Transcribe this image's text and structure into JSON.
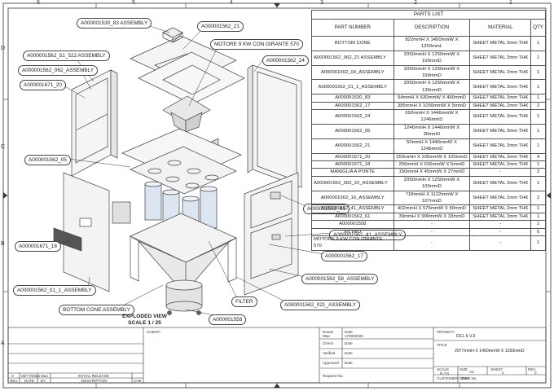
{
  "ruler_top": [
    "6",
    "5",
    "4",
    "3",
    "2",
    "1"
  ],
  "ruler_side": [
    "D",
    "C",
    "B",
    "A"
  ],
  "callouts": {
    "c83": "A000001530_83 ASSEMBLY",
    "c21": "A000001562_21",
    "cmotor": "MOTORE 9 KW CON GIRANTE 570",
    "c51": "A000001562_51_522 ASSEMBLY",
    "c062": "A000001562_062_ASSEMBLY",
    "c1671_20": "A000001671_20",
    "c24": "A000001562_24",
    "c05": "A000001562_05",
    "c61": "A000001562_61",
    "c41": "A000001562_41_ASSEMBLY",
    "c1671_18": "A000001671_18",
    "c17": "A000001562_17",
    "c58": "A000001562_58_ASSEMBLY",
    "c01": "A000001562_01_1_ASSEMBLY",
    "cfilter": "FILTER",
    "c021": "A000001562_021_ASSEMBLY",
    "ccone": "BOTTOM CONE ASSEMBLY",
    "c1558": "A000001558"
  },
  "view_title": "EXPLODED VIEW",
  "view_scale": "SCALE 1 / 25",
  "parts_list": {
    "title": "PARTS LIST",
    "headers": [
      "PART NUMBER",
      "DESCRIPTION",
      "MATERIAL",
      "QTY"
    ],
    "rows": [
      [
        "BOTTOM CONE",
        "822mmH X 1450mmW X 1250mmL",
        "SHEET METAL 3mm THK",
        "1"
      ],
      [
        "A000001562_062_21 ASSEMBLY",
        "2050mmH X 1250mmW X 100mmD",
        "SHEET METAL 3mm THK",
        "1"
      ],
      [
        "A000001562_04_ASSEMBLY",
        "2050mmH X 1250mmW X 168mmD",
        "SHEET METAL 2mm THK",
        "1"
      ],
      [
        "A000001562_01_1_ASSEMBLY",
        "2050mmH X 1250mmW X 136mmD",
        "SHEET METAL 3mm THK",
        "1"
      ],
      [
        "A000001530_83",
        "94mmH X 630mmW X 490mmD",
        "SHEET METAL 3mm THK",
        "1"
      ],
      [
        "A000001562_17",
        "385mmH X 1050mmW X 5mmD",
        "SHEET METAL 2mm THK",
        "2"
      ],
      [
        "A000001562_24",
        "692mmH X 1446mmW X 1246mmD",
        "SHEET METAL 3mm THK",
        "1"
      ],
      [
        "A000001562_05",
        "1246mmH X 1446mmW X 30mmD",
        "SHEET METAL 3mm THK",
        "1"
      ],
      [
        "A000001562_21",
        "50mmH X 1446mmW X 1246mmD",
        "SHEET METAL 3mm THK",
        "1"
      ],
      [
        "A000001671_20",
        "250mmH X 105mmW X 105mmD",
        "SHEET METAL 3mm THK",
        "4"
      ],
      [
        "A000001671_18",
        "256mmH X 636mmW X 5mmD",
        "SHEET METAL 3mm THK",
        "1"
      ],
      [
        "MANIGLIA A PONTE",
        "150mmH X 45mmW X 27mmD",
        "-",
        "2"
      ],
      [
        "A000001562_062_22_ASSEMBLY",
        "2050mmH X 1250mmW X 100mmD",
        "SHEET METAL 3mm THK",
        "1"
      ],
      [
        "A000001562_16_ASSEMBLY",
        "718mmH X 1122mmW X 107mmD",
        "SHEET METAL 2mm THK",
        "2"
      ],
      [
        "A000001562_41_ASSEMBLY",
        "402mmH X 576mmW X 90mmD",
        "SHEET METAL 2mm THK",
        "1"
      ],
      [
        "A000001562_61",
        "30mmH X 900mmW X 33mmD",
        "SHEET METAL 3mm THK",
        "1"
      ],
      [
        "A000001558",
        "-",
        "-",
        "1"
      ],
      [
        "FILTRO",
        "-",
        "-",
        "6"
      ],
      [
        "MOTORE 9 KW CON GIRANTE 570",
        "-",
        "-",
        "1"
      ]
    ]
  },
  "title_block": {
    "client_label": "CLIENT:",
    "drawn_label": "Drawn",
    "drawn_by_label": "Mao",
    "date_label": "Date",
    "drawn_date": "17/09/2020",
    "check_label": "Check",
    "verified_label": "Verified",
    "approved_label": "Approved",
    "request_label": "Request No.",
    "project_label": "PROJECT :",
    "project_value": "DCL 6 V.3",
    "title_label": "TITLE",
    "title_value": "2977mmH X 1450mmW X 1250mmD",
    "scale_label": "SCALE",
    "scale_value": "N.T.S",
    "size_label": "SIZE",
    "size_value": "A3",
    "sheet_label": "SHEET",
    "sheet_value": "2",
    "rev_label": "REV",
    "rev_value": "0",
    "customer_code_label": "CUSTOMER CODE",
    "dwg_label": "DWG No.",
    "rev_row": [
      "0",
      "09/??/2024",
      "Mao",
      "INITIAL RELEASE",
      ""
    ],
    "rev_headers": [
      "REV",
      "DATE",
      "BY",
      "DESCRIPTION",
      "CHK"
    ]
  }
}
